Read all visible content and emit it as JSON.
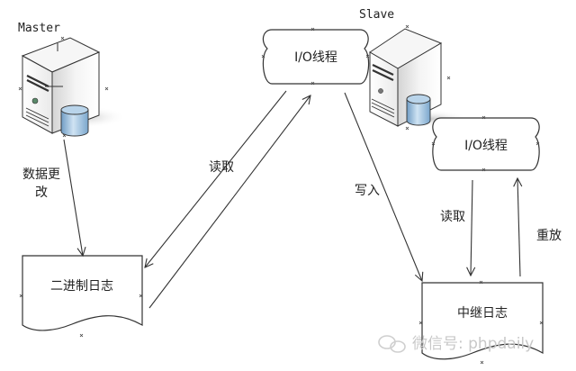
{
  "diagram": {
    "title": "MySQL Master-Slave Replication",
    "nodes": {
      "master": {
        "label": "Master",
        "icon": "server-with-database-icon"
      },
      "slave": {
        "label": "Slave",
        "icon": "server-with-database-icon"
      },
      "master_io_thread": {
        "label": "I/O线程"
      },
      "slave_io_thread": {
        "label": "I/O线程"
      },
      "binary_log": {
        "label": "二进制日志"
      },
      "relay_log": {
        "label": "中继日志"
      }
    },
    "edges": {
      "data_change": {
        "label_line1": "数据更",
        "label_line2": "改",
        "from": "master",
        "to": "binary_log"
      },
      "read_binlog": {
        "label": "读取",
        "from": "master_io_thread",
        "to": "binary_log"
      },
      "binlog_to_io": {
        "label": "",
        "from": "binary_log",
        "to": "master_io_thread"
      },
      "write": {
        "label": "写入",
        "from": "master_io_thread",
        "to": "relay_log"
      },
      "read_relay": {
        "label": "读取",
        "from": "slave_io_thread",
        "to": "relay_log"
      },
      "replay": {
        "label": "重放",
        "from": "relay_log",
        "to": "slave_io_thread"
      }
    },
    "watermark": {
      "icon": "wechat-icon",
      "text": "微信号: phpdaily"
    },
    "colors": {
      "line": "#333333",
      "db_blue": "#8fb8d8",
      "watermark": "#c8c8c8"
    }
  }
}
